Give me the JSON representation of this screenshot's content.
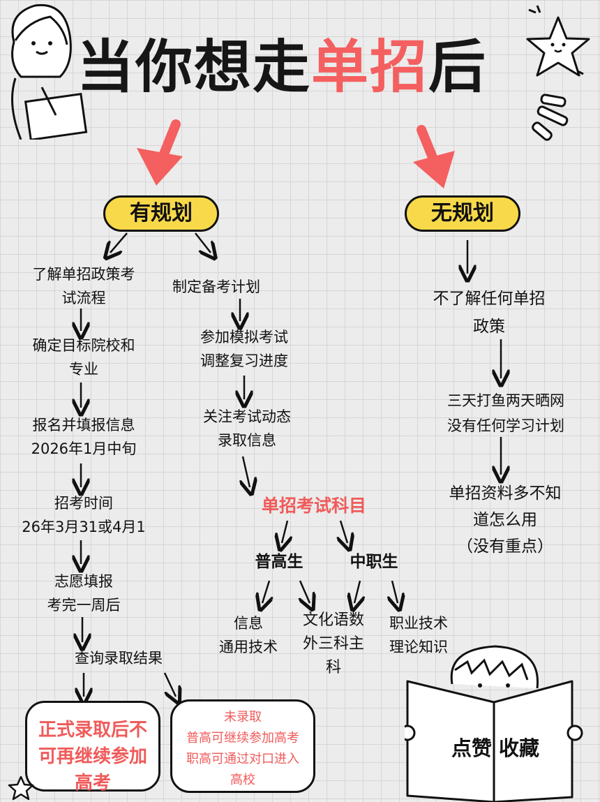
{
  "title": {
    "part1": "当你想走",
    "part2": "单招",
    "part3": "后"
  },
  "left": {
    "label": "有规划",
    "col1": [
      "了解单招政策考\n试流程",
      "确定目标院校和\n专业",
      "报名并填报信息\n2026年1月中旬",
      "招考时间\n26年3月31或4月1",
      "志愿填报\n考完一周后",
      "查询录取结果"
    ],
    "col2": [
      "制定备考计划",
      "参加模拟考试\n调整复习进度",
      "关注考试动态\n录取信息"
    ],
    "exam_subjects": "单招考试科目",
    "general_student": "普高生",
    "vocational_student": "中职生",
    "subject_info": "信息\n通用技术",
    "subject_culture": "文化语数\n外三科主\n科",
    "subject_vocational": "职业技术\n理论知识",
    "result_admitted": "正式录取后不\n可再继续参加\n高考",
    "result_not_admitted": "未录取\n普高可继续参加高考\n职高可通过对口进入\n高校"
  },
  "right": {
    "label": "无规划",
    "items": [
      "不了解任何单招\n政策",
      "三天打鱼两天晒网\n没有任何学习计划",
      "单招资料多不知\n道怎么用\n（没有重点）"
    ]
  },
  "book_text": "点赞 收藏"
}
